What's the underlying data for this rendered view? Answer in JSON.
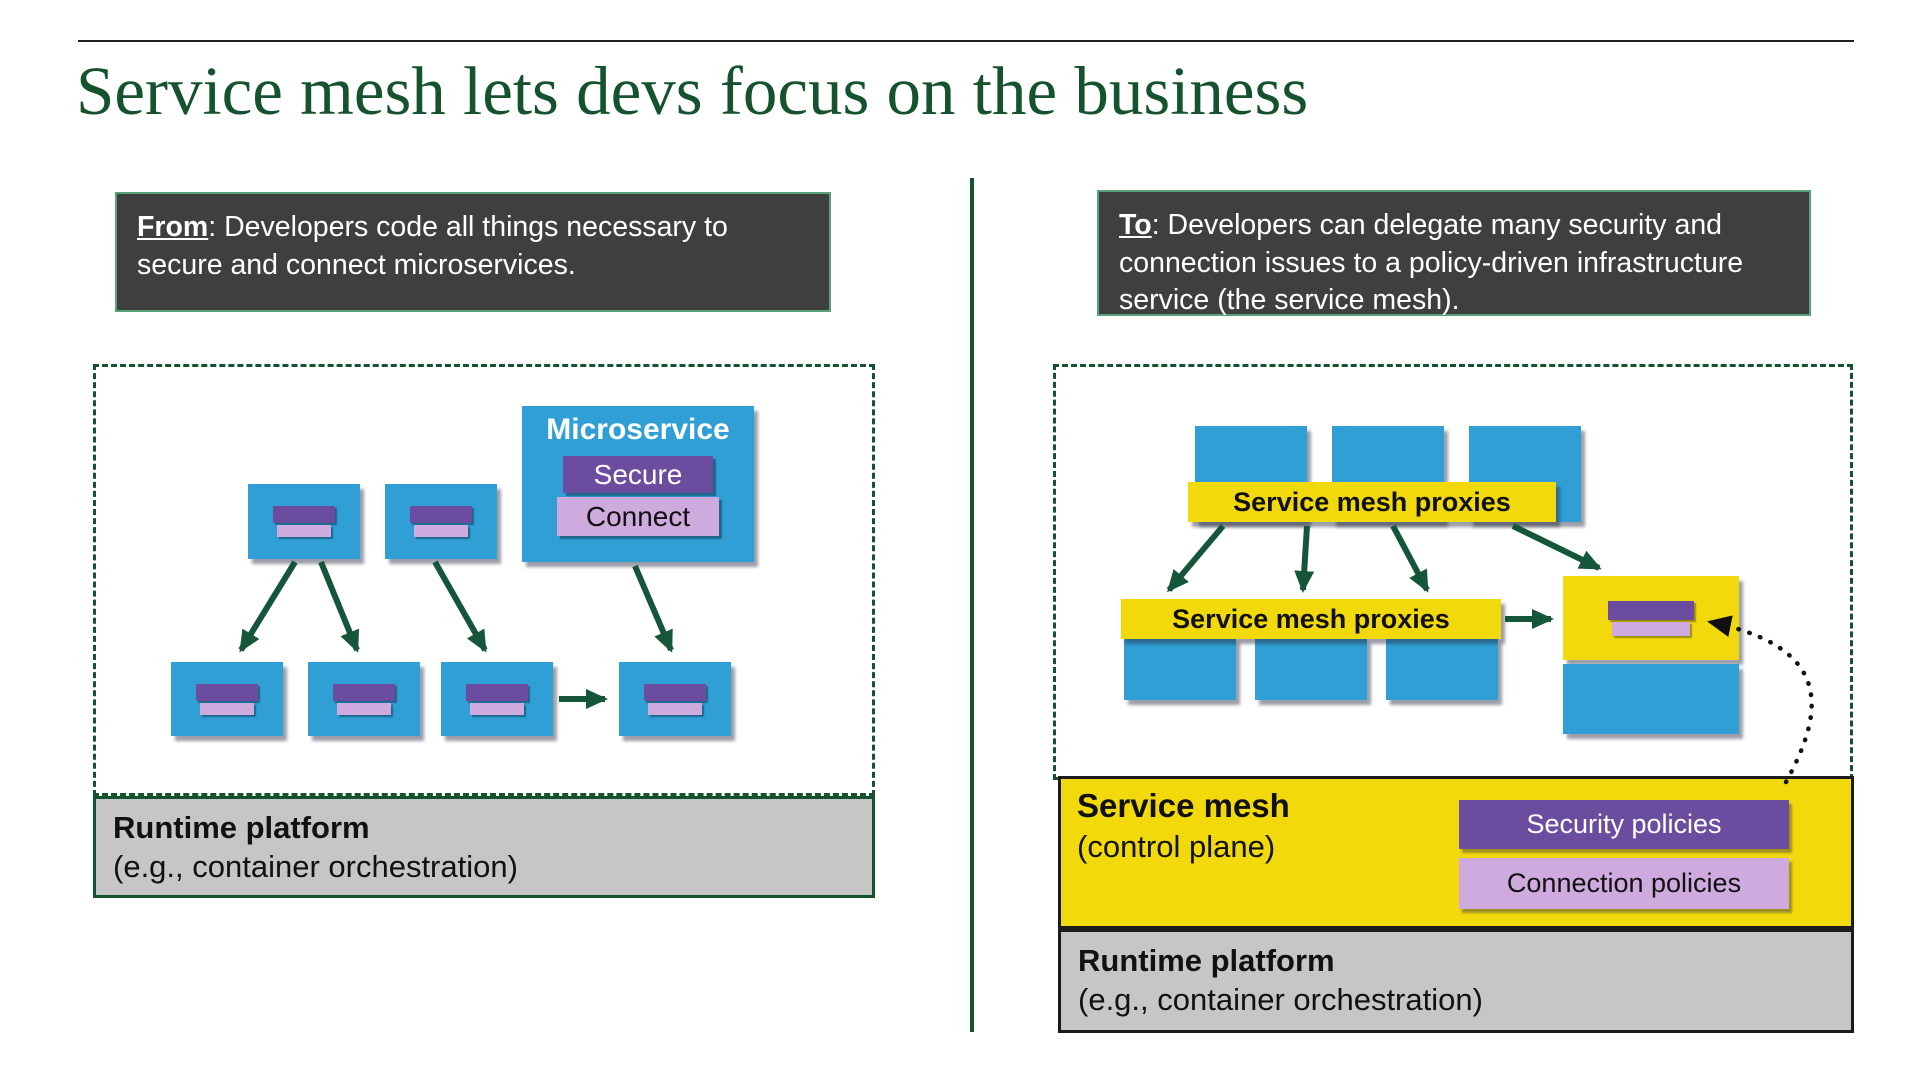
{
  "title": "Service mesh lets devs focus on the business",
  "left": {
    "callout_lead": "From",
    "callout_text": ": Developers code all things necessary to secure and connect microservices.",
    "microservice_label": "Microservice",
    "secure_label": "Secure",
    "connect_label": "Connect",
    "runtime_title": "Runtime platform",
    "runtime_subtitle": "(e.g., container orchestration)"
  },
  "right": {
    "callout_lead": "To",
    "callout_text": ": Developers can delegate many security and connection issues to a policy-driven infrastructure service (the service mesh).",
    "proxies_label": "Service mesh proxies",
    "control_plane_title": "Service mesh",
    "control_plane_subtitle": "(control plane)",
    "security_policies_label": "Security policies",
    "connection_policies_label": "Connection policies",
    "runtime_title": "Runtime platform",
    "runtime_subtitle": "(e.g., container orchestration)"
  },
  "colors": {
    "title_green": "#14532d",
    "arrow_green": "#15563a",
    "box_blue": "#2f9fd6",
    "accent_yellow": "#f2d90c",
    "purple_dark": "#6b4c9f",
    "purple_light": "#cfaade",
    "platform_gray": "#c6c6c6",
    "callout_bg": "#3f3f3f"
  }
}
